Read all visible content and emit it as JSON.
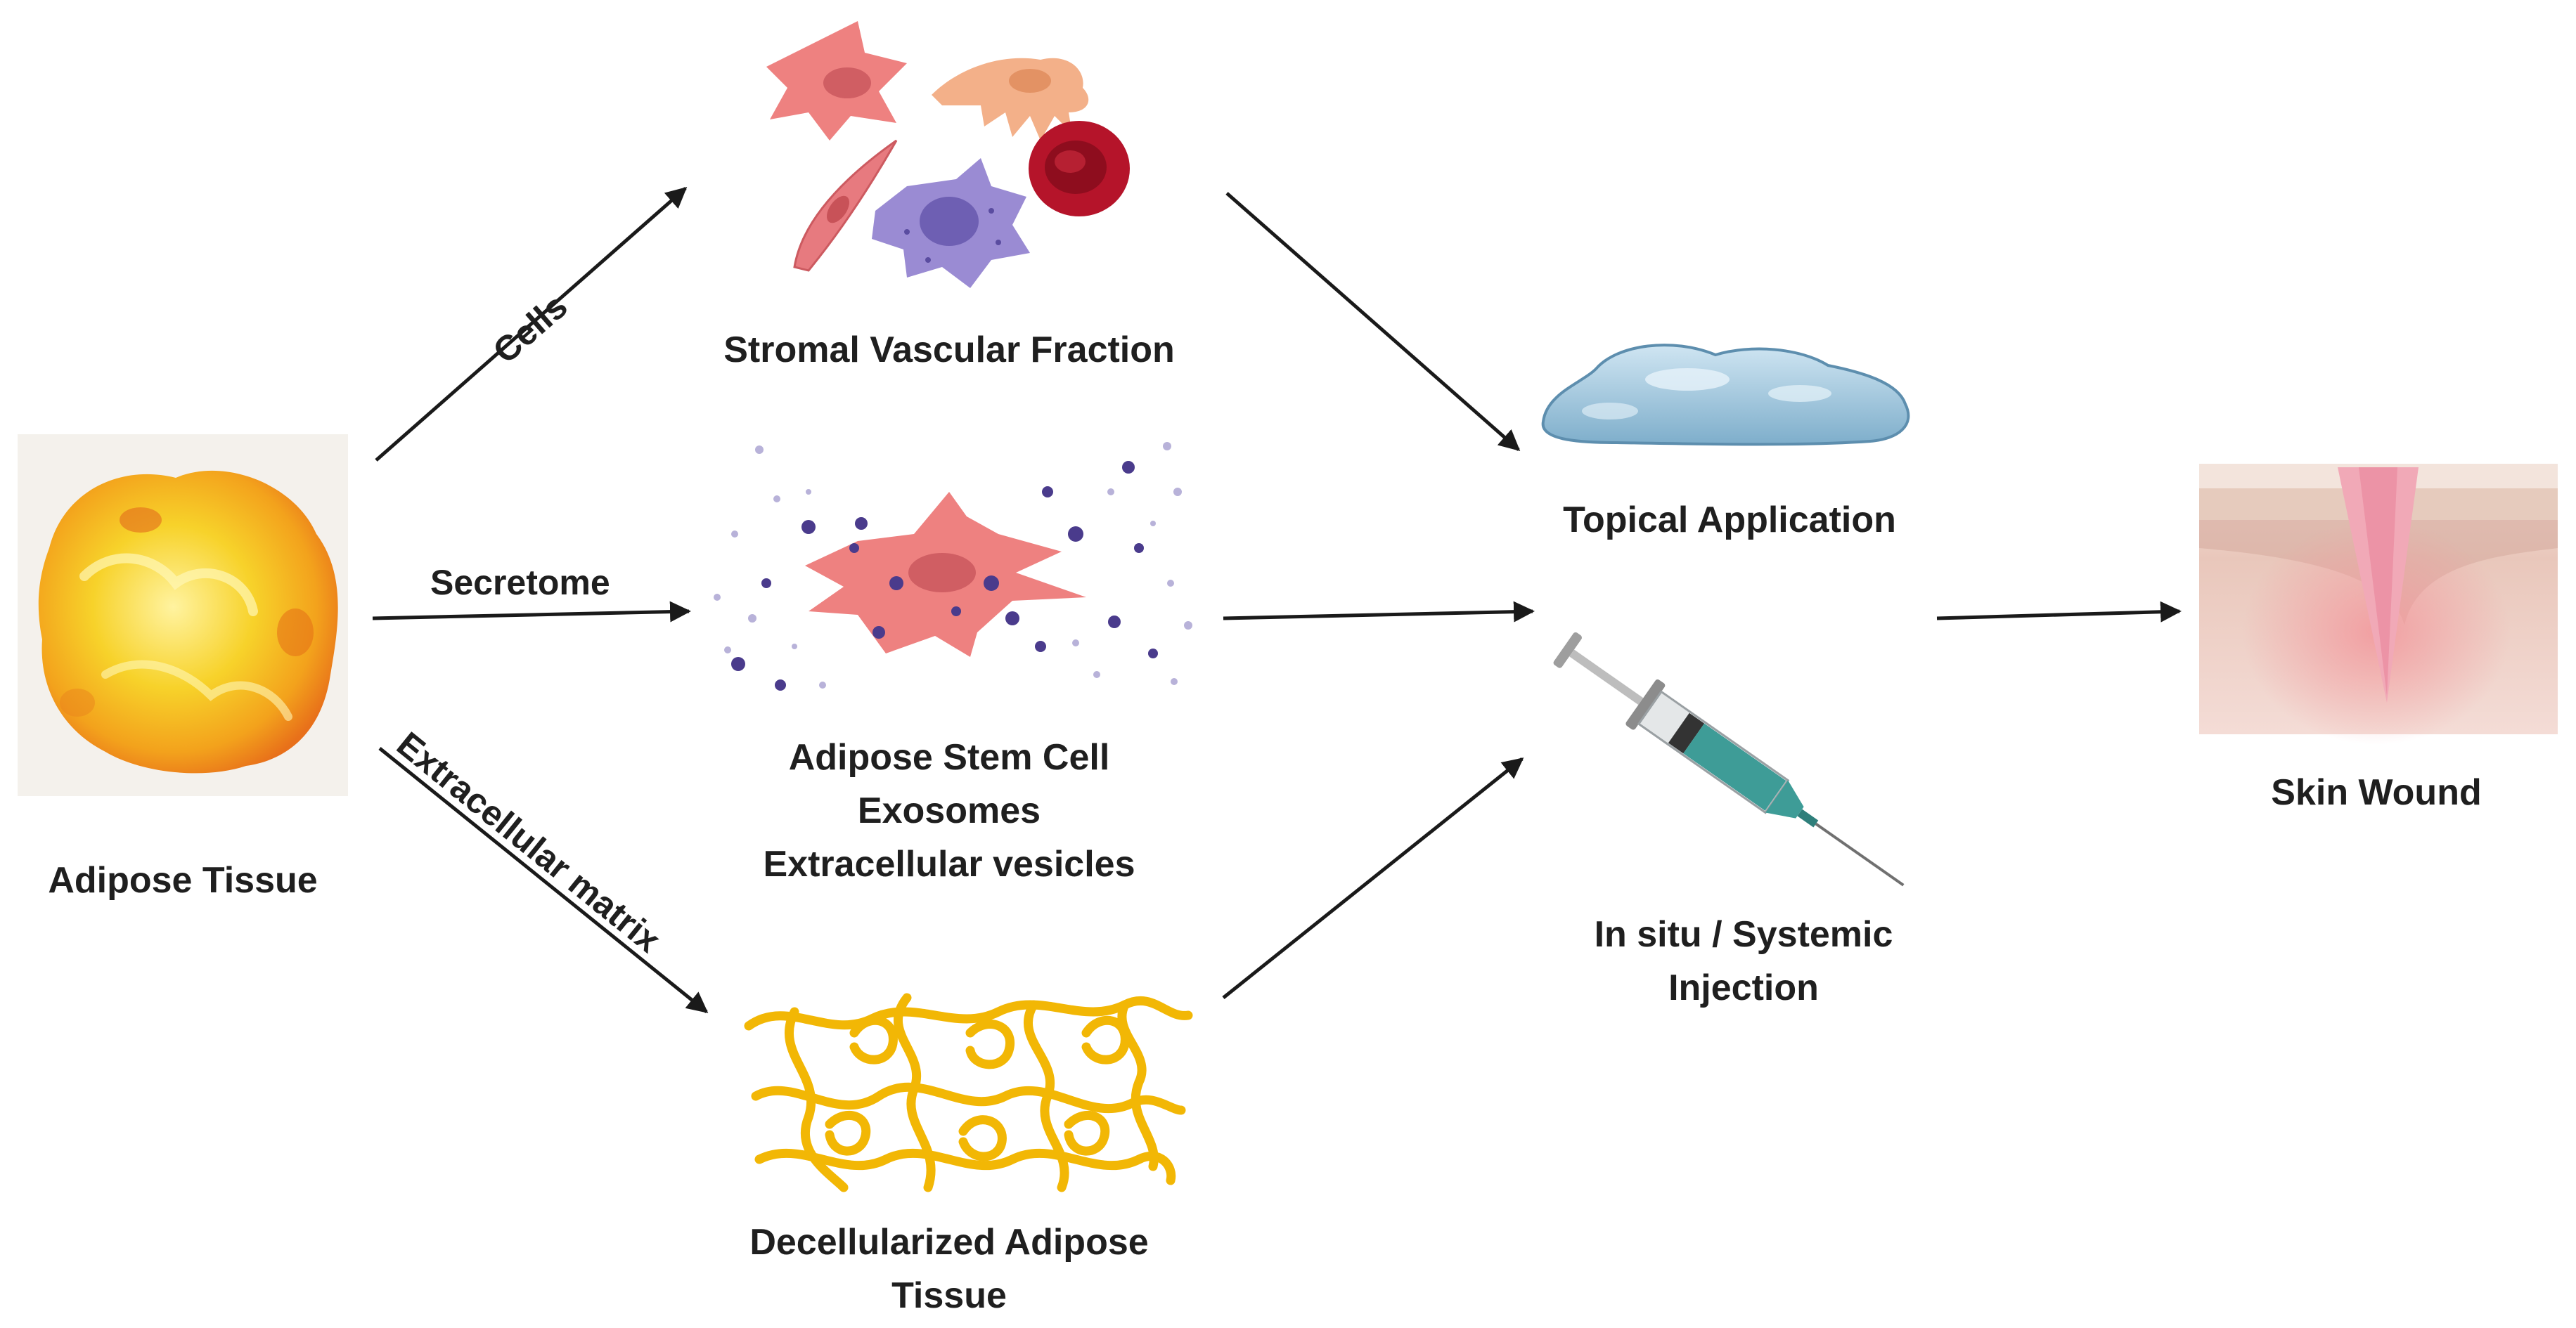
{
  "colors": {
    "arrow": "#1a1a1a",
    "text": "#1f1f1f",
    "fat_yellow": "#f7c91e",
    "fat_orange": "#ef7d12",
    "fiber_gold": "#f2b705",
    "stem_cell_pink": "#ee8180",
    "macrophage_purple": "#9a8bd3",
    "red_blood_cell": "#b5142a",
    "gel_blue": "#9cc4dd",
    "syringe_teal": "#3e9c97",
    "skin_pink": "#f0c2bd"
  },
  "diagram": {
    "source": {
      "label": "Adipose Tissue",
      "image": "adipose-tissue-photo"
    },
    "routes": [
      {
        "edge_label": "Cells",
        "product_lines": [
          "Stromal Vascular Fraction"
        ]
      },
      {
        "edge_label": "Secretome",
        "product_lines": [
          "Adipose Stem Cell",
          "Exosomes",
          "Extracellular vesicles"
        ]
      },
      {
        "edge_label": "Extracellular matrix",
        "product_lines": [
          "Decellularized Adipose",
          "Tissue"
        ]
      }
    ],
    "delivery": [
      {
        "label_lines": [
          "Topical Application"
        ],
        "icon": "hydrogel-icon"
      },
      {
        "label_lines": [
          "In situ / Systemic",
          "Injection"
        ],
        "icon": "syringe-icon"
      }
    ],
    "target": {
      "label": "Skin Wound",
      "image": "skin-wound-cross-section"
    }
  }
}
